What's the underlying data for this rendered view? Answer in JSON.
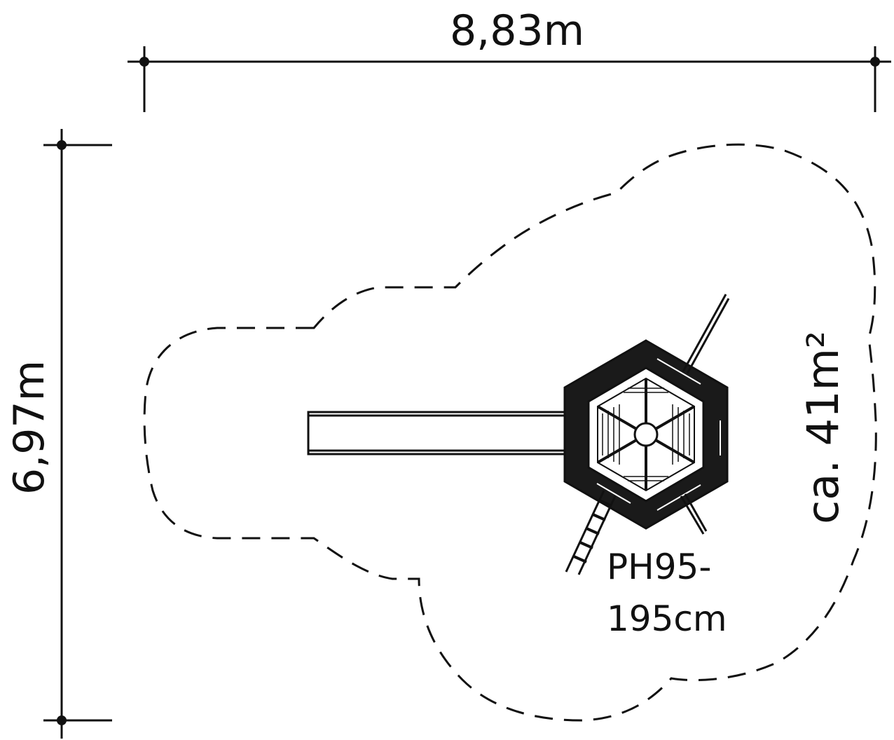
{
  "dimensions": {
    "width_label": "8,83m",
    "height_label": "6,97m"
  },
  "area": {
    "label": "ca. 41m²"
  },
  "platform": {
    "height_line1": "PH95-",
    "height_line2": "195cm"
  },
  "colors": {
    "ink": "#111111",
    "background": "#ffffff"
  }
}
